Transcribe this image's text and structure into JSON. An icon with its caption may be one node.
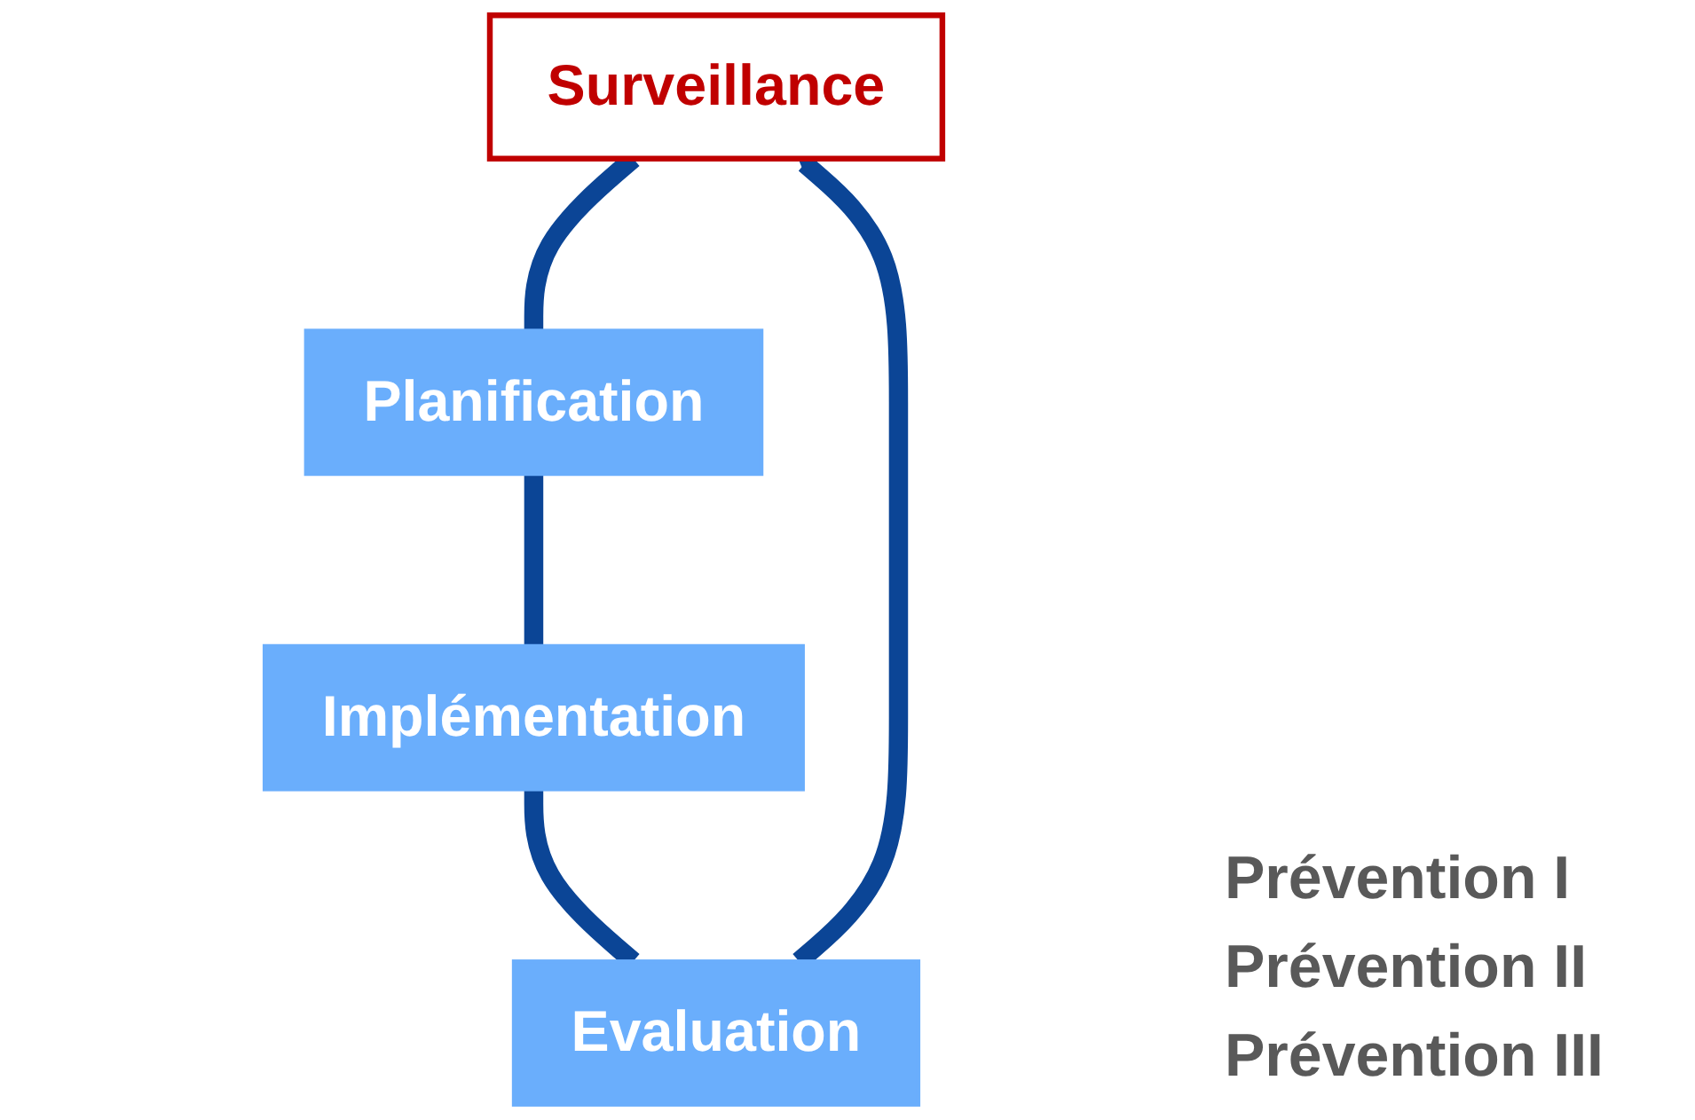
{
  "diagram": {
    "nodes": [
      {
        "text": [
          "Surveillance"
        ]
      },
      {
        "text": [
          "Planification"
        ]
      },
      {
        "text": [
          "Implémentation"
        ]
      },
      {
        "text": [
          "Evaluation"
        ]
      }
    ],
    "edges": [
      {
        "from": 0,
        "to": 1,
        "arrow": "none"
      },
      {
        "from": 1,
        "to": 2,
        "arrow": "none"
      },
      {
        "from": 2,
        "to": 3,
        "arrow": "none"
      },
      {
        "from": 3,
        "to": 0,
        "arrow": "to"
      }
    ],
    "labels": [
      "Prévention I",
      "Prévention II",
      "Prévention III"
    ]
  }
}
